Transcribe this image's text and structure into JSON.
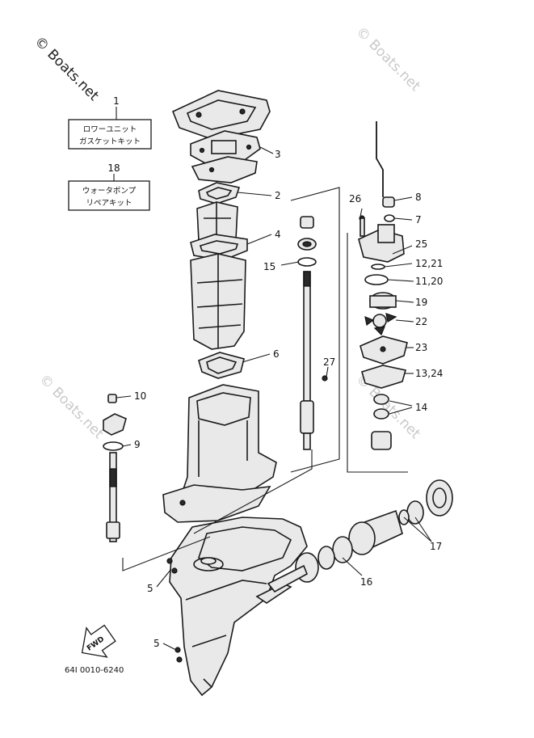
{
  "watermarks": {
    "top_left": "© Boats.net",
    "top_right": "© Boats.net",
    "middle_left": "© Boats.net",
    "middle_right": "© Boats.net"
  },
  "kits": {
    "kit1": {
      "ref": "1",
      "line1": "ロワーユニット",
      "line2": "ガスケットキット"
    },
    "kit18": {
      "ref": "18",
      "line1": "ウォータポンプ",
      "line2": "リペアキット"
    }
  },
  "callouts": {
    "c3": "3",
    "c2": "2",
    "c4": "4",
    "c15": "15",
    "c6": "6",
    "c26": "26",
    "c8": "8",
    "c7": "7",
    "c25": "25",
    "c12_21": "12,21",
    "c11_20": "11,20",
    "c19": "19",
    "c22": "22",
    "c23": "23",
    "c13_24": "13,24",
    "c14": "14",
    "c27": "27",
    "c10": "10",
    "c9": "9",
    "c17": "17",
    "c16": "16",
    "c5a": "5",
    "c5b": "5"
  },
  "fwd_label": "FWD",
  "diagram_code": "64I 0010-6240"
}
